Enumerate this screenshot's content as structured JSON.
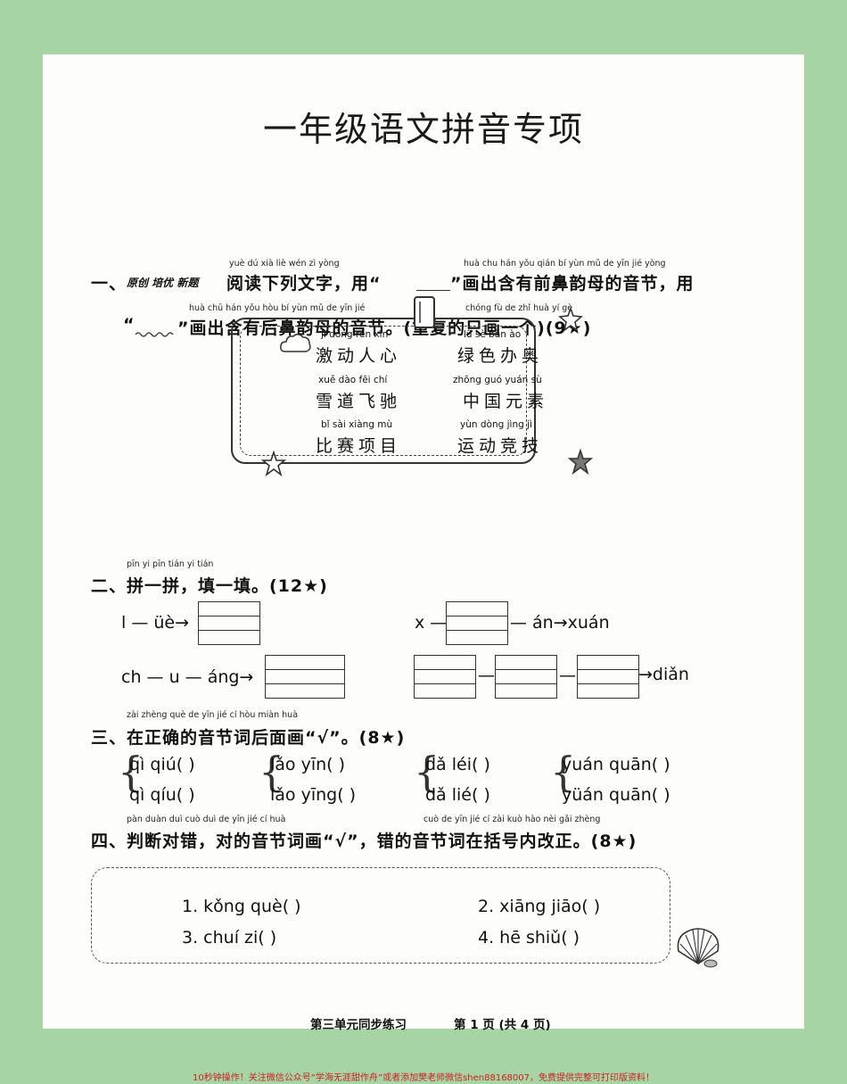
{
  "title": "一年级语文拼音专项",
  "q1": {
    "pinyin1": "yuè  dú  xià  liè  wén  zì   yòng",
    "pinyin2": "huà  chu  hán  yǒu qián  bí   yùn  mǔ   de   yīn   jié   yòng",
    "pinyin3": "huà  chū  hán  yǒu  hòu   bí   yùn  mǔ   de   yīn   jié",
    "pinyin4": "chóng  fù   de   zhǐ  huà   yí   gè",
    "number": "一、",
    "tag": "原创 培优 新题",
    "line1a": "阅读下列文字，用“",
    "line1b": "”画出含有前鼻韵母的音节，用",
    "line2a": "“",
    "line2b": "”画出含有后鼻韵母的音节。(重复的只画一个)(9★)",
    "words": [
      {
        "pinyin": "jī  dòng rén  xīn",
        "text": "激动人心"
      },
      {
        "pinyin": "lǜ   sè   bàn   ào",
        "text": "绿色办奥"
      },
      {
        "pinyin": "xuě  dào   fēi   chí",
        "text": "雪道飞驰"
      },
      {
        "pinyin": "zhōng guó yuán  sù",
        "text": "中国元素"
      },
      {
        "pinyin": "bǐ   sài  xiàng  mù",
        "text": "比赛项目"
      },
      {
        "pinyin": "yùn dòng jìng   jì",
        "text": "运动竞技"
      }
    ]
  },
  "q2": {
    "pinyin": "pīn   yi   pīn     tián   yi   tián",
    "heading": "二、拼一拼，填一填。(12★)",
    "item1": "l — üè→",
    "item2a": "x —",
    "item2b": "— án→xuán",
    "item3": "ch — u — áng→",
    "item4": "→diǎn",
    "dash": "—"
  },
  "q3": {
    "pinyin": "zài  zhèng  què   de    yīn    jié    cí    hòu  miàn  huà",
    "heading": "三、在正确的音节词后面画“√”。(8★)",
    "options": [
      [
        "qì qiú(    )",
        "qì qíu(    )"
      ],
      [
        "lǎo yīn(    )",
        "lǎo yīng(    )"
      ],
      [
        "dǎ léi(    )",
        "dǎ lié(    )"
      ],
      [
        "yuán quān(    )",
        "yüán quān(    )"
      ]
    ]
  },
  "q4": {
    "pinyin1": "pàn  duàn  duì   cuò      duì   de   yīn    jié    cí    huà",
    "pinyin2": "cuò   de   yīn    jié    cí    zài  kuò  hào  nèi  gǎi  zhèng",
    "heading": "四、判断对错，对的音节词画“√”，错的音节词在括号内改正。(8★)",
    "items": [
      "1. kǒng què(        )",
      "2. xiāng jiāo(        )",
      "3. chuí zi(        )",
      "4. hē shiǔ(        )"
    ]
  },
  "footer": {
    "unit": "第三单元同步练习",
    "page": "第 1 页 (共 4 页)"
  },
  "promo": "10秒钟操作！关注微信公众号“学海无涯甜作舟”或者添加樊老师微信shen88168007，免费提供完整可打印版资料！"
}
